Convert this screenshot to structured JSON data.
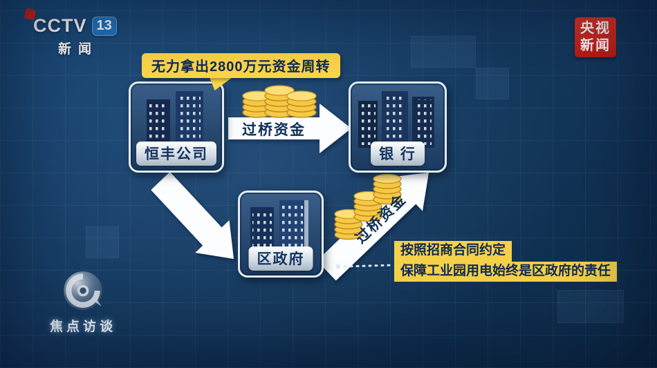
{
  "colors": {
    "background": "#10345a",
    "accent_yellow": "#ffd94a",
    "badge_red": "#c8271c",
    "arrow_white": "#fbfdff",
    "coin_gold": "#f6c844",
    "dark_text": "#0d2a52"
  },
  "header": {
    "cctv_text": "CCTV",
    "channel_number": "13",
    "channel_subtitle": "新闻",
    "badge_line1": "央视",
    "badge_line2": "新闻"
  },
  "callout": {
    "text": "无力拿出2800万元资金周转"
  },
  "nodes": {
    "company": {
      "label": "恒丰公司"
    },
    "bank": {
      "label": "银 行"
    },
    "district": {
      "label": "区政府"
    }
  },
  "flows": {
    "company_to_bank": {
      "label": "过桥资金"
    },
    "district_to_bank": {
      "label": "过桥资金"
    }
  },
  "note": {
    "line1": "按照招商合同约定",
    "line2": "保障工业园用电始终是区政府的责任"
  },
  "watermark": {
    "label": "焦点访谈"
  }
}
